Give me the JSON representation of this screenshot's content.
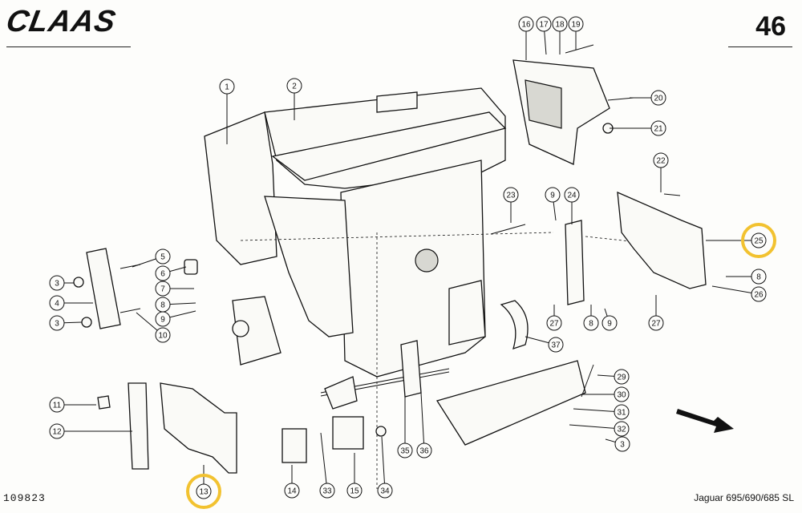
{
  "header": {
    "logo": "CLAAS",
    "page_number": "46"
  },
  "footer": {
    "document_number": "109823",
    "model": "Jaguar 695/690/685 SL"
  },
  "colors": {
    "highlight": "#f2c230",
    "ink": "#111111"
  },
  "callouts": [
    {
      "label": "1"
    },
    {
      "label": "2"
    },
    {
      "label": "3"
    },
    {
      "label": "3"
    },
    {
      "label": "3"
    },
    {
      "label": "4"
    },
    {
      "label": "5"
    },
    {
      "label": "6"
    },
    {
      "label": "7"
    },
    {
      "label": "8"
    },
    {
      "label": "8"
    },
    {
      "label": "8"
    },
    {
      "label": "9"
    },
    {
      "label": "9"
    },
    {
      "label": "9"
    },
    {
      "label": "10"
    },
    {
      "label": "11"
    },
    {
      "label": "12"
    },
    {
      "label": "13"
    },
    {
      "label": "14"
    },
    {
      "label": "15"
    },
    {
      "label": "16"
    },
    {
      "label": "17"
    },
    {
      "label": "18"
    },
    {
      "label": "19"
    },
    {
      "label": "20"
    },
    {
      "label": "21"
    },
    {
      "label": "22"
    },
    {
      "label": "23"
    },
    {
      "label": "24"
    },
    {
      "label": "25"
    },
    {
      "label": "26"
    },
    {
      "label": "27"
    },
    {
      "label": "27"
    },
    {
      "label": "29"
    },
    {
      "label": "30"
    },
    {
      "label": "31"
    },
    {
      "label": "32"
    },
    {
      "label": "33"
    },
    {
      "label": "34"
    },
    {
      "label": "35"
    },
    {
      "label": "36"
    },
    {
      "label": "37"
    }
  ],
  "highlighted_callouts": [
    "25",
    "13"
  ]
}
